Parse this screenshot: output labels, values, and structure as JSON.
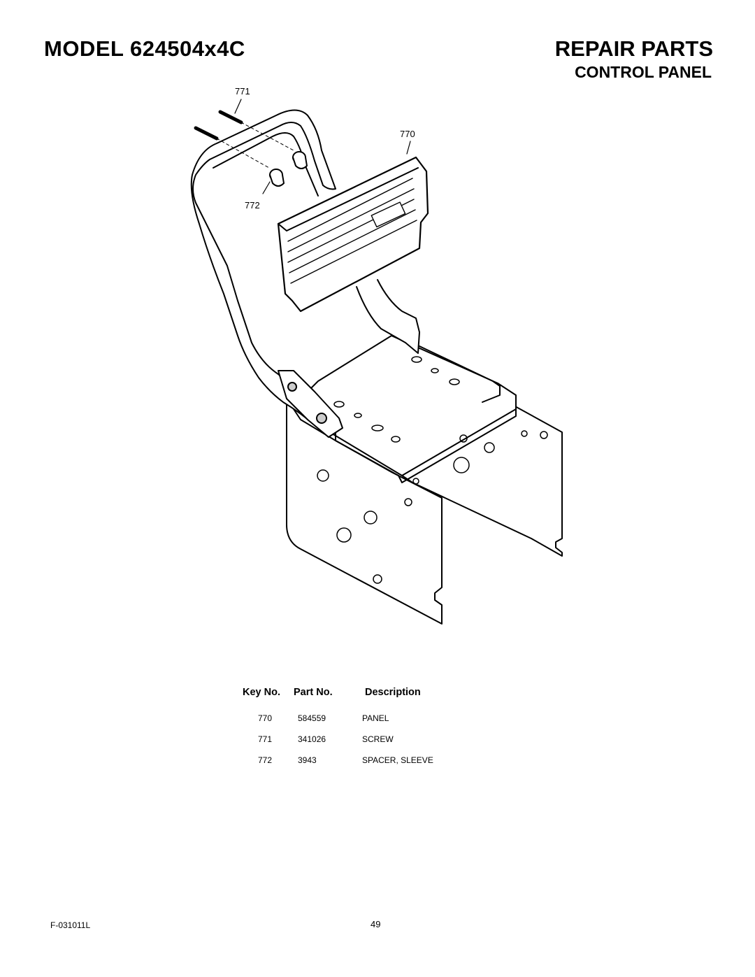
{
  "header": {
    "model": "MODEL 624504x4C",
    "repair_parts": "REPAIR PARTS",
    "section": "CONTROL PANEL"
  },
  "diagram": {
    "callouts": {
      "c771": "771",
      "c770": "770",
      "c772": "772"
    }
  },
  "table": {
    "headers": {
      "key": "Key No.",
      "part": "Part No.",
      "desc": "Description"
    },
    "rows": [
      {
        "key": "770",
        "part": "584559",
        "desc": "PANEL"
      },
      {
        "key": "771",
        "part": "341026",
        "desc": "SCREW"
      },
      {
        "key": "772",
        "part": "3943",
        "desc": "SPACER, SLEEVE"
      }
    ]
  },
  "footer": {
    "code": "F-031011L",
    "page": "49"
  }
}
